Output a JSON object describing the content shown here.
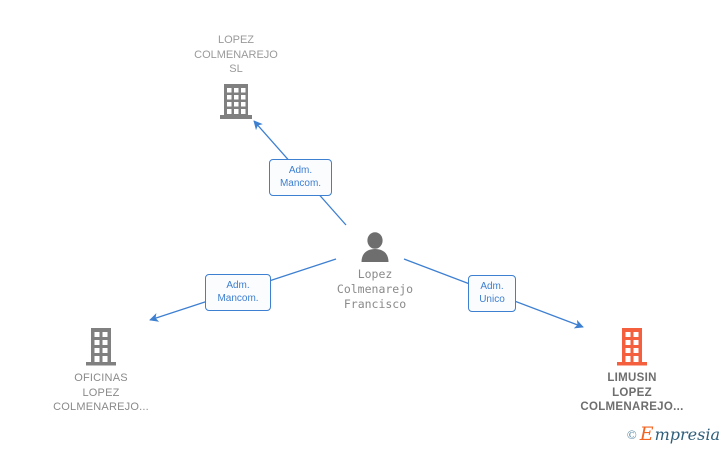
{
  "diagram": {
    "type": "organization-relationship-graph",
    "background_color": "#ffffff",
    "edge_color": "#3d7fd1",
    "gray_color": "#808080",
    "highlight_color": "#f4603e",
    "nodes": [
      {
        "id": "lopez-colmenarejo-sl",
        "kind": "company",
        "icon": "building-icon",
        "label": "LOPEZ\nCOLMENAREJO\nSL",
        "color": "#808080",
        "highlighted": false
      },
      {
        "id": "lopez-colmenarejo-francisco",
        "kind": "person",
        "icon": "person-icon",
        "label": "Lopez\nColmenarejo\nFrancisco",
        "color": "#6e6e6e",
        "highlighted": false
      },
      {
        "id": "oficinas-lopez-colmenarejo",
        "kind": "company",
        "icon": "building-icon",
        "label": "OFICINAS\nLOPEZ\nCOLMENAREJO...",
        "color": "#808080",
        "highlighted": false
      },
      {
        "id": "limusin-lopez-colmenarejo",
        "kind": "company",
        "icon": "building-icon",
        "label": "LIMUSIN\nLOPEZ\nCOLMENAREJO...",
        "color": "#f4603e",
        "highlighted": true
      }
    ],
    "edges": [
      {
        "id": "edge-to-lopez-colmenarejo-sl",
        "from": "lopez-colmenarejo-francisco",
        "to": "lopez-colmenarejo-sl",
        "label": "Adm.\nMancom."
      },
      {
        "id": "edge-to-oficinas",
        "from": "lopez-colmenarejo-francisco",
        "to": "oficinas-lopez-colmenarejo",
        "label": "Adm.\nMancom."
      },
      {
        "id": "edge-to-limusin",
        "from": "lopez-colmenarejo-francisco",
        "to": "limusin-lopez-colmenarejo",
        "label": "Adm.\nUnico"
      }
    ]
  },
  "watermark": {
    "copyright": "©",
    "brand_first": "E",
    "brand_rest": "mpresia"
  }
}
